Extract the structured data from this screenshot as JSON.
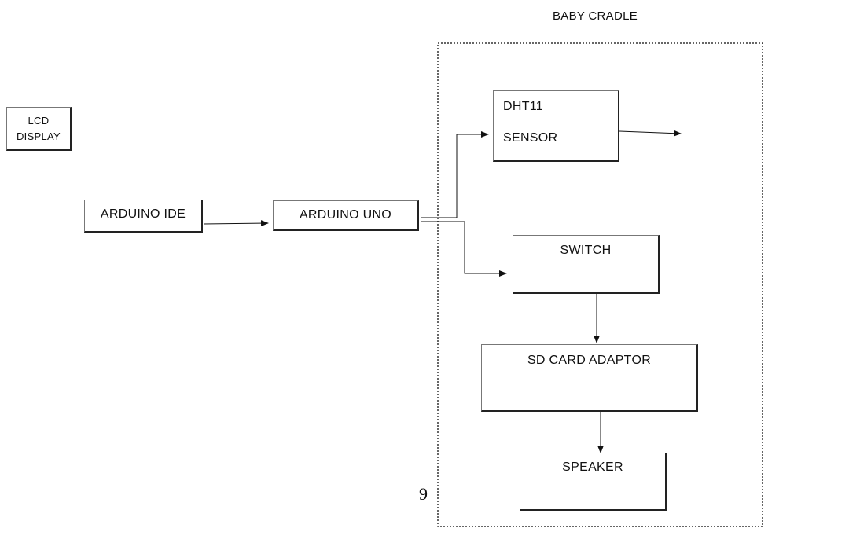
{
  "diagram": {
    "cradle_title": "BABY CRADLE",
    "lcd_display": {
      "line1": "LCD",
      "line2": "DISPLAY"
    },
    "arduino_ide": "ARDUINO IDE",
    "arduino_uno": "ARDUINO UNO",
    "dht11_sensor": {
      "line1": "DHT11",
      "line2": "SENSOR"
    },
    "switch": "SWITCH",
    "sd_card_adaptor": "SD CARD ADAPTOR",
    "speaker": "SPEAKER",
    "page_number": "9"
  },
  "colors": {
    "line": "#111111",
    "box_border": "#222222",
    "dashed_border": "#333333"
  }
}
